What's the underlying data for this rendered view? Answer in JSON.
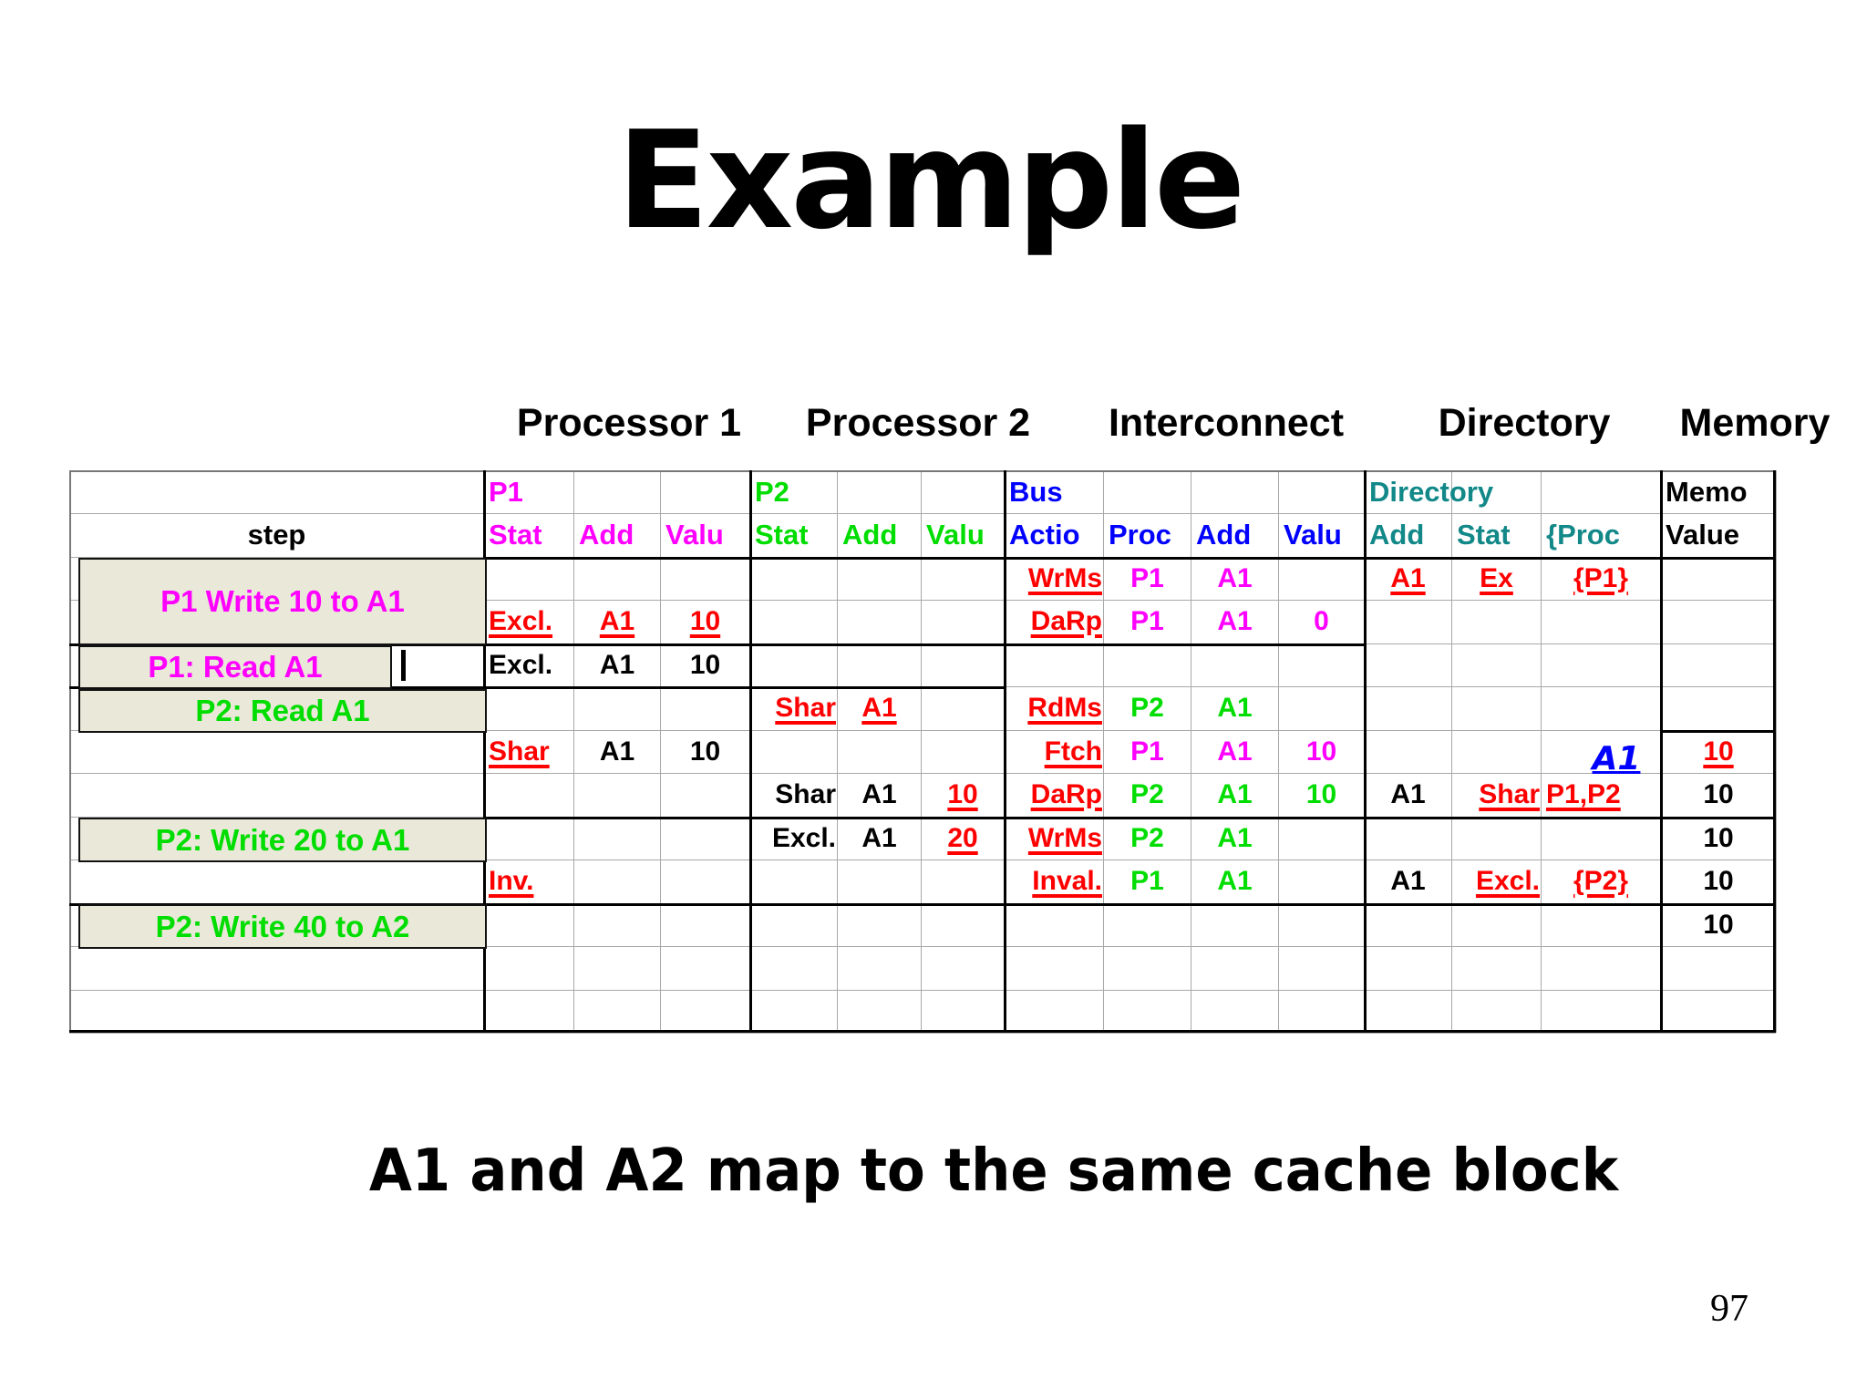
{
  "title": "Example",
  "caption": "A1 and A2 map to the same cache block",
  "page_number": "97",
  "colors": {
    "magenta": "#ff00ff",
    "green": "#00dd00",
    "blue": "#0000ff",
    "teal": "#128888",
    "red_change": "#ff0000",
    "black": "#000000",
    "step_box_bg": "#eae8d9"
  },
  "table": {
    "group_headers": [
      "Processor 1",
      "Processor 2",
      "Interconnect",
      "Directory",
      "Memory"
    ],
    "header_row1": [
      {
        "c": 1,
        "t": "P1",
        "s": "m",
        "a": "l"
      },
      {
        "c": 4,
        "t": "P2",
        "s": "g",
        "a": "l"
      },
      {
        "c": 7,
        "t": "Bus",
        "s": "b",
        "a": "l"
      },
      {
        "c": 11,
        "t": "Directory",
        "s": "t",
        "a": "l"
      },
      {
        "c": 14,
        "t": "Memo",
        "s": "k",
        "a": "l"
      }
    ],
    "header_row2": [
      {
        "c": 0,
        "t": "step",
        "s": "k",
        "a": "c"
      },
      {
        "c": 1,
        "t": "Stat",
        "s": "m",
        "a": "l"
      },
      {
        "c": 2,
        "t": "Add",
        "s": "m",
        "a": "l"
      },
      {
        "c": 3,
        "t": "Valu",
        "s": "m",
        "a": "l"
      },
      {
        "c": 4,
        "t": "Stat",
        "s": "g",
        "a": "l"
      },
      {
        "c": 5,
        "t": "Add",
        "s": "g",
        "a": "l"
      },
      {
        "c": 6,
        "t": "Valu",
        "s": "g",
        "a": "l"
      },
      {
        "c": 7,
        "t": "Actio",
        "s": "b",
        "a": "l"
      },
      {
        "c": 8,
        "t": "Proc",
        "s": "b",
        "a": "l"
      },
      {
        "c": 9,
        "t": "Add",
        "s": "b",
        "a": "l"
      },
      {
        "c": 10,
        "t": "Valu",
        "s": "b",
        "a": "l"
      },
      {
        "c": 11,
        "t": "Add",
        "s": "t",
        "a": "l"
      },
      {
        "c": 12,
        "t": "Stat",
        "s": "t",
        "a": "l"
      },
      {
        "c": 13,
        "t": "{Proc",
        "s": "t",
        "a": "l"
      },
      {
        "c": 14,
        "t": "Value",
        "s": "k",
        "a": "l"
      }
    ],
    "steps": [
      {
        "label": "P1 Write 10 to A1",
        "color": "magenta"
      },
      {
        "label": "P1: Read A1",
        "color": "magenta"
      },
      {
        "label": "P2: Read A1",
        "color": "green"
      },
      {
        "label": "P2: Write 20 to A1",
        "color": "green"
      },
      {
        "label": "P2: Write 40 to A2",
        "color": "green"
      }
    ],
    "annotation": {
      "text": "A1",
      "color": "blue"
    },
    "rows": [
      {
        "cells": [
          {
            "c": 7,
            "t": "WrMs",
            "s": "ru",
            "a": "r"
          },
          {
            "c": 8,
            "t": "P1",
            "s": "m"
          },
          {
            "c": 9,
            "t": "A1",
            "s": "m"
          },
          {
            "c": 11,
            "t": "A1",
            "s": "ru"
          },
          {
            "c": 12,
            "t": "Ex",
            "s": "ru"
          },
          {
            "c": 13,
            "t": "{P1}",
            "s": "ru"
          }
        ]
      },
      {
        "cells": [
          {
            "c": 1,
            "t": "Excl.",
            "s": "ru",
            "a": "l"
          },
          {
            "c": 2,
            "t": "A1",
            "s": "ru"
          },
          {
            "c": 3,
            "t": "10",
            "s": "ru"
          },
          {
            "c": 7,
            "t": "DaRp",
            "s": "ru",
            "a": "r"
          },
          {
            "c": 8,
            "t": "P1",
            "s": "m"
          },
          {
            "c": 9,
            "t": "A1",
            "s": "m"
          },
          {
            "c": 10,
            "t": "0",
            "s": "m"
          }
        ]
      },
      {
        "cells": [
          {
            "c": 1,
            "t": "Excl.",
            "s": "k",
            "a": "l"
          },
          {
            "c": 2,
            "t": "A1",
            "s": "k"
          },
          {
            "c": 3,
            "t": "10",
            "s": "k"
          }
        ]
      },
      {
        "cells": [
          {
            "c": 4,
            "t": "Shar",
            "s": "ru",
            "a": "r"
          },
          {
            "c": 5,
            "t": "A1",
            "s": "ru"
          },
          {
            "c": 7,
            "t": "RdMs",
            "s": "ru",
            "a": "r"
          },
          {
            "c": 8,
            "t": "P2",
            "s": "g"
          },
          {
            "c": 9,
            "t": "A1",
            "s": "g"
          }
        ]
      },
      {
        "cells": [
          {
            "c": 1,
            "t": "Shar",
            "s": "ru",
            "a": "l"
          },
          {
            "c": 2,
            "t": "A1",
            "s": "k"
          },
          {
            "c": 3,
            "t": "10",
            "s": "k"
          },
          {
            "c": 7,
            "t": "Ftch",
            "s": "ru",
            "a": "r"
          },
          {
            "c": 8,
            "t": "P1",
            "s": "m"
          },
          {
            "c": 9,
            "t": "A1",
            "s": "m"
          },
          {
            "c": 10,
            "t": "10",
            "s": "m"
          },
          {
            "c": 14,
            "t": "10",
            "s": "ru"
          }
        ]
      },
      {
        "cells": [
          {
            "c": 4,
            "t": "Shar",
            "s": "k",
            "a": "r"
          },
          {
            "c": 5,
            "t": "A1",
            "s": "k"
          },
          {
            "c": 6,
            "t": "10",
            "s": "ru"
          },
          {
            "c": 7,
            "t": "DaRp",
            "s": "ru",
            "a": "r"
          },
          {
            "c": 8,
            "t": "P2",
            "s": "g"
          },
          {
            "c": 9,
            "t": "A1",
            "s": "g"
          },
          {
            "c": 10,
            "t": "10",
            "s": "g"
          },
          {
            "c": 11,
            "t": "A1",
            "s": "k"
          },
          {
            "c": 12,
            "t": "Shar",
            "s": "ru",
            "a": "r"
          },
          {
            "c": 13,
            "t": "P1,P2",
            "s": "ru",
            "a": "l"
          },
          {
            "c": 14,
            "t": "10",
            "s": "k"
          }
        ]
      },
      {
        "cells": [
          {
            "c": 4,
            "t": "Excl.",
            "s": "k",
            "a": "r"
          },
          {
            "c": 5,
            "t": "A1",
            "s": "k"
          },
          {
            "c": 6,
            "t": "20",
            "s": "ru"
          },
          {
            "c": 7,
            "t": "WrMs",
            "s": "ru",
            "a": "r"
          },
          {
            "c": 8,
            "t": "P2",
            "s": "g"
          },
          {
            "c": 9,
            "t": "A1",
            "s": "g"
          },
          {
            "c": 14,
            "t": "10",
            "s": "k"
          }
        ]
      },
      {
        "cells": [
          {
            "c": 1,
            "t": "Inv.",
            "s": "ru",
            "a": "l"
          },
          {
            "c": 7,
            "t": "Inval.",
            "s": "ru",
            "a": "r"
          },
          {
            "c": 8,
            "t": "P1",
            "s": "g"
          },
          {
            "c": 9,
            "t": "A1",
            "s": "g"
          },
          {
            "c": 11,
            "t": "A1",
            "s": "k"
          },
          {
            "c": 12,
            "t": "Excl.",
            "s": "ru",
            "a": "r"
          },
          {
            "c": 13,
            "t": "{P2}",
            "s": "ru"
          },
          {
            "c": 14,
            "t": "10",
            "s": "k"
          }
        ]
      },
      {
        "cells": [
          {
            "c": 14,
            "t": "10",
            "s": "k"
          }
        ]
      },
      {
        "cells": []
      },
      {
        "cells": []
      }
    ]
  }
}
